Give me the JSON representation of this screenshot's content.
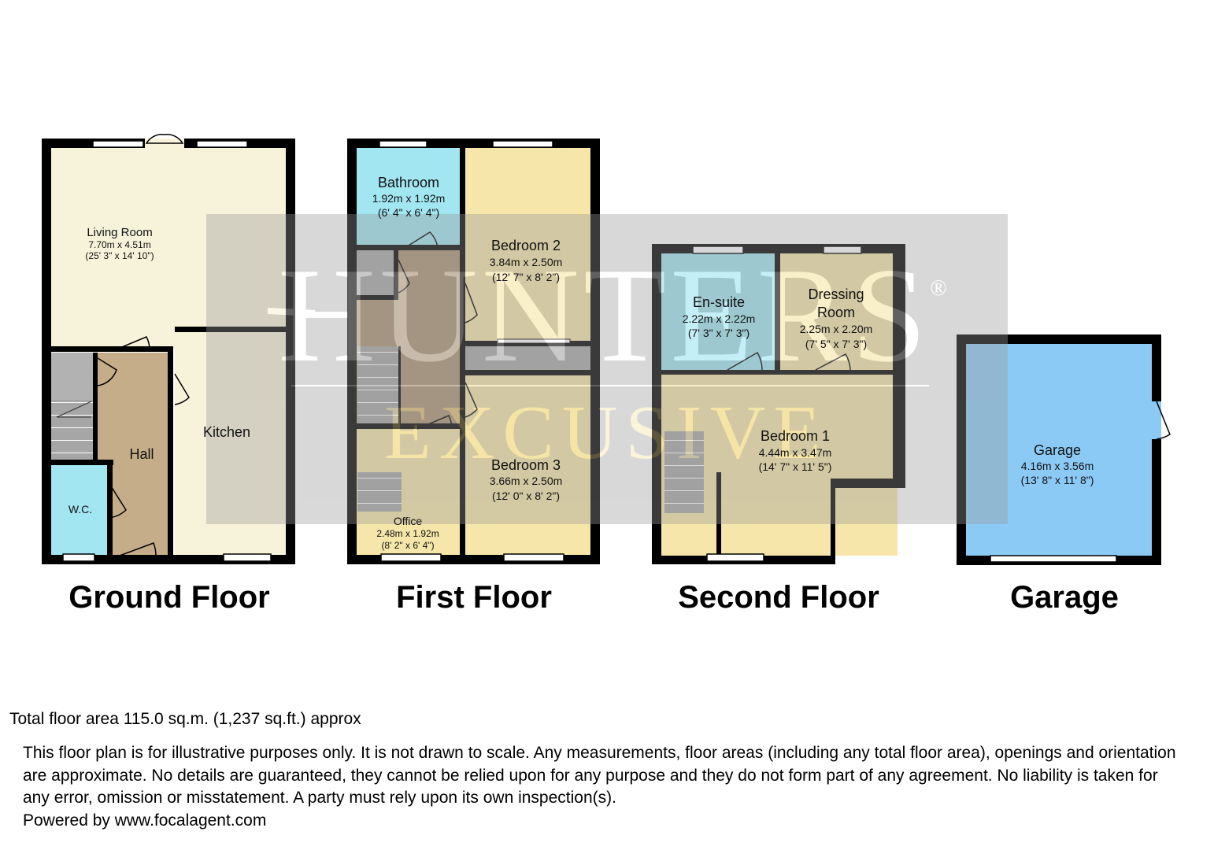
{
  "floors": [
    {
      "id": "ground",
      "title": "Ground Floor"
    },
    {
      "id": "first",
      "title": "First Floor"
    },
    {
      "id": "second",
      "title": "Second Floor"
    },
    {
      "id": "garage",
      "title": "Garage"
    }
  ],
  "rooms": {
    "living_room": {
      "name": "Living Room",
      "metric": "7.70m x 4.51m",
      "imperial": "(25' 3\" x 14' 10\")"
    },
    "kitchen": {
      "name": "Kitchen"
    },
    "hall": {
      "name": "Hall"
    },
    "wc": {
      "name": "W.C."
    },
    "bathroom": {
      "name": "Bathroom",
      "metric": "1.92m x 1.92m",
      "imperial": "(6' 4\" x 6' 4\")"
    },
    "bedroom2": {
      "name": "Bedroom 2",
      "metric": "3.84m x 2.50m",
      "imperial": "(12' 7\" x 8' 2\")"
    },
    "bedroom3": {
      "name": "Bedroom 3",
      "metric": "3.66m x 2.50m",
      "imperial": "(12' 0\" x 8' 2\")"
    },
    "office": {
      "name": "Office",
      "metric": "2.48m x 1.92m",
      "imperial": "(8' 2\" x 6' 4\")"
    },
    "ensuite": {
      "name": "En-suite",
      "metric": "2.22m x 2.22m",
      "imperial": "(7' 3\" x 7' 3\")"
    },
    "dressing": {
      "name_line1": "Dressing",
      "name_line2": "Room",
      "metric": "2.25m x 2.20m",
      "imperial": "(7' 5\" x 7' 3\")"
    },
    "bedroom1": {
      "name": "Bedroom 1",
      "metric": "4.44m x 3.47m",
      "imperial": "(14' 7\" x 11' 5\")"
    },
    "garage": {
      "name": "Garage",
      "metric": "4.16m x 3.56m",
      "imperial": "(13' 8\" x 11' 8\")"
    }
  },
  "watermark": {
    "line1": "HUNTERS",
    "line2": "EXCUSIVE",
    "reg": "®"
  },
  "footer": {
    "total_area": "Total floor area 115.0 sq.m. (1,237 sq.ft.) approx",
    "disclaimer": "This floor plan is for illustrative purposes only. It is not drawn to scale. Any measurements, floor areas (including any total floor area), openings and orientation are approximate. No details are guaranteed, they cannot be relied upon for any purpose and they do not form part of any agreement. No liability is taken for any error, omission or misstatement. A party must rely upon its own inspection(s).",
    "powered_by": "Powered by www.focalagent.com"
  },
  "colors": {
    "wall": "#000000",
    "living_kitchen": "#f7f3da",
    "hall": "#c6ad89",
    "wc_bathroom": "#a2e6f2",
    "bedroom": "#f6e6a9",
    "landing": "#a99274",
    "stairs": "#a8a8a8",
    "garage": "#8ccaf6",
    "watermark_band": "#b4b4b4"
  }
}
